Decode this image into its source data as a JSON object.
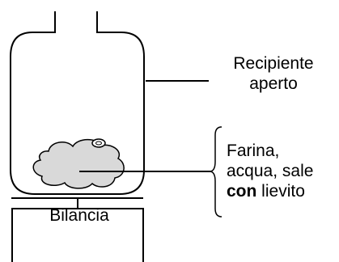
{
  "labels": {
    "container": [
      "Recipiente",
      "aperto"
    ],
    "contents_line1": "Farina,",
    "contents_line2": "acqua, sale",
    "contents_line3_bold": "con",
    "contents_line3_rest": " lievito",
    "scale": "Bilancia"
  },
  "colors": {
    "stroke": "#000000",
    "dough_fill": "#d9d9d9",
    "background": "#ffffff"
  }
}
